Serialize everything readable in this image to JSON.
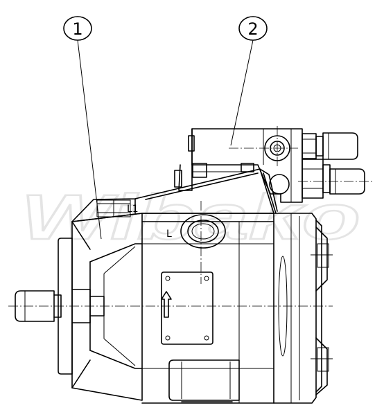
{
  "callouts": [
    {
      "id": "1",
      "label": "1"
    },
    {
      "id": "2",
      "label": "2"
    }
  ],
  "port_labels": {
    "case_drain_port": "L",
    "drain_port_L1": "L1"
  },
  "watermark": "Wibako",
  "colors": {
    "line": "#000000",
    "background": "#ffffff",
    "watermark": "#e4e4e4"
  }
}
